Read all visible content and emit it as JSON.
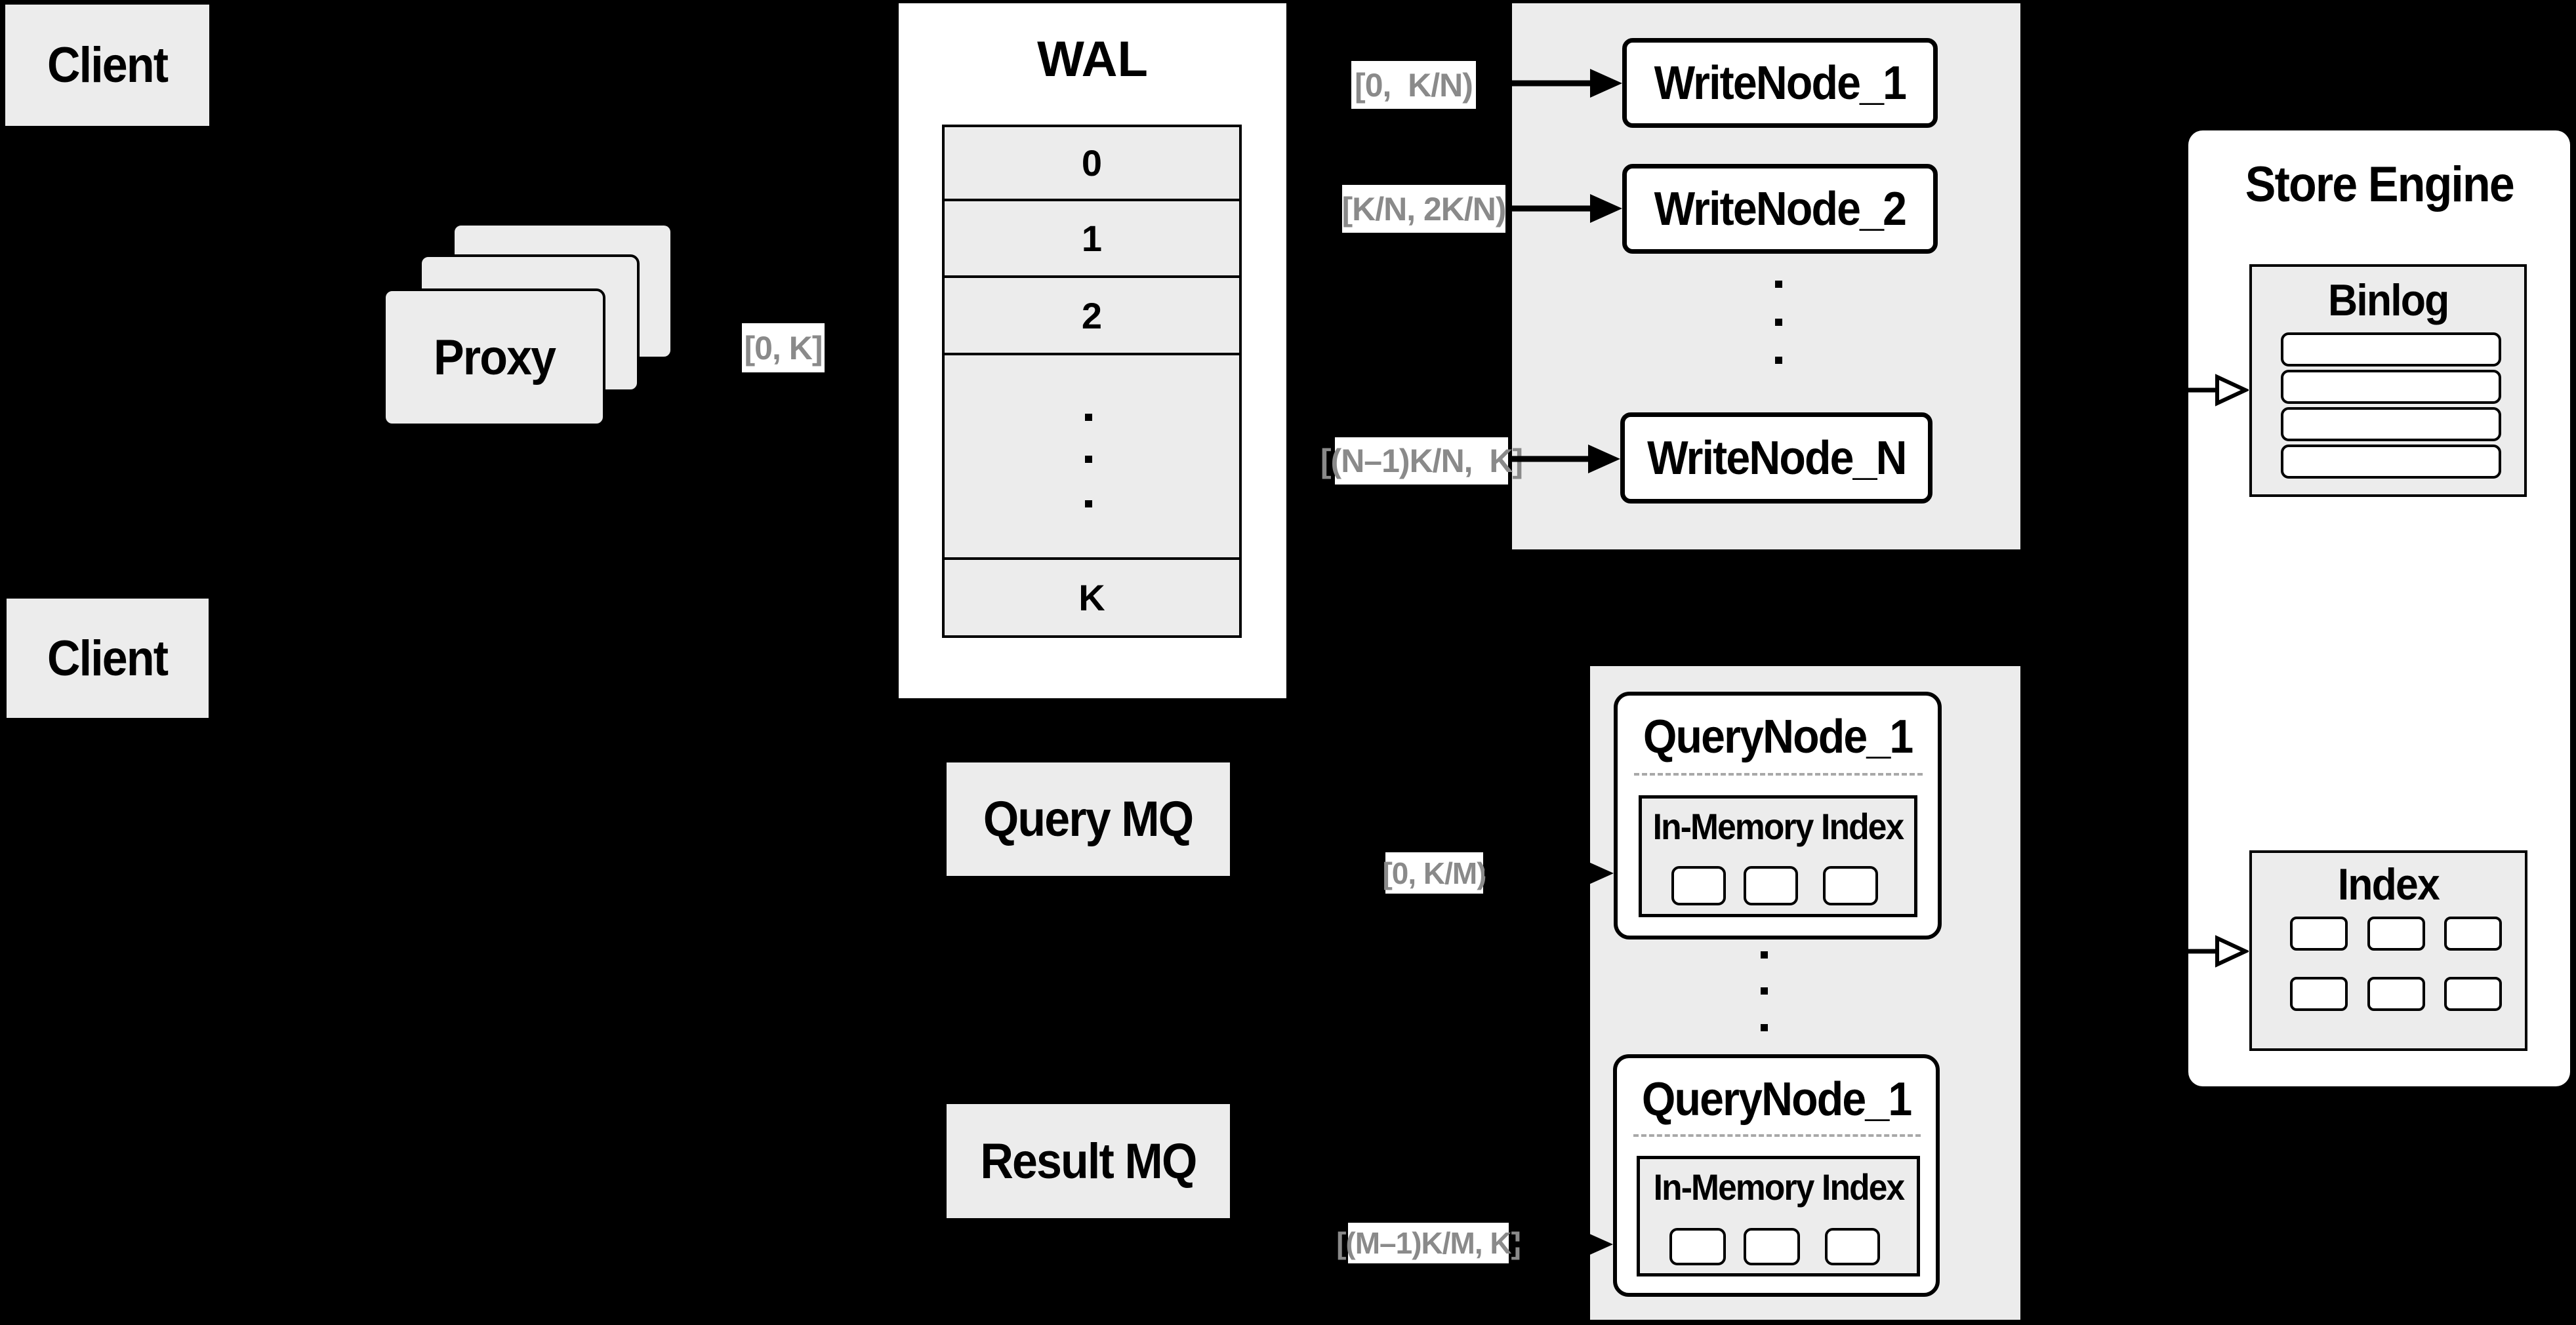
{
  "colors": {
    "background": "#000000",
    "panel_gray": "#ececec",
    "node_white": "#ffffff",
    "line_black": "#000000",
    "range_label_text": "#8a8a8a",
    "dashed_divider": "#a8a8a8"
  },
  "clients": [
    {
      "label": "Client"
    },
    {
      "label": "Client"
    }
  ],
  "proxy": {
    "label": "Proxy",
    "range_label": "[0, K]"
  },
  "wal": {
    "title": "WAL",
    "rows": [
      "0",
      "1",
      "2",
      "K"
    ]
  },
  "write_group": {
    "labels": [
      "[0,  K/N)",
      "[K/N, 2K/N)",
      "[(N–1)K/N,  K]"
    ],
    "nodes": [
      "WriteNode_1",
      "WriteNode_2",
      "WriteNode_N"
    ]
  },
  "query_group": {
    "query_mq": "Query MQ",
    "result_mq": "Result MQ",
    "labels": [
      "[0, K/M)",
      "[(M–1)K/M, K]"
    ],
    "nodes": [
      {
        "title": "QueryNode_1",
        "inner_title": "In-Memory Index"
      },
      {
        "title": "QueryNode_1",
        "inner_title": "In-Memory Index"
      }
    ]
  },
  "store": {
    "title": "Store Engine",
    "binlog_title": "Binlog",
    "index_title": "Index"
  }
}
